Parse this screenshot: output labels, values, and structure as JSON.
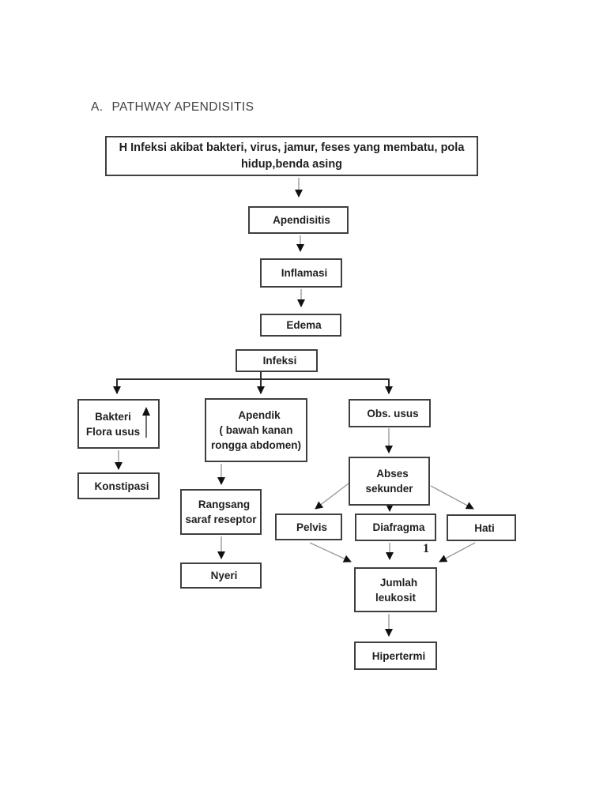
{
  "page": {
    "title_prefix": "A.",
    "title": "PATHWAY APENDISITIS"
  },
  "flowchart": {
    "nodes": {
      "cause": "H  Infeksi akibat bakteri, virus, jamur, feses yang membatu, pola\nhidup,benda asing",
      "apendisitis": "Apendisitis",
      "inflamasi": "Inflamasi",
      "edema": "Edema",
      "infeksi": "Infeksi",
      "bakteri": "Bakteri\nFlora usus",
      "apendik": "Apendik\n( bawah kanan\nrongga abdomen)",
      "obs_usus": "Obs. usus",
      "konstipasi": "Konstipasi",
      "rangsang": "Rangsang\nsaraf reseptor",
      "abses": "Abses\nsekunder",
      "nyeri": "Nyeri",
      "pelvis": "Pelvis",
      "diafragma": "Diafragma",
      "hati": "Hati",
      "jumlah_leukosit": "Jumlah\nleukosit",
      "hipertermi": "Hipertermi"
    },
    "annotations": {
      "marker_1": "1"
    },
    "icons": {
      "increase_arrow": "↑"
    },
    "colors": {
      "box_border": "#3f3f3f",
      "text": "#1f1f1f",
      "line_gray": "#9b9b9b",
      "line_dark": "#2e2e2e",
      "arrowhead": "#111111"
    }
  }
}
